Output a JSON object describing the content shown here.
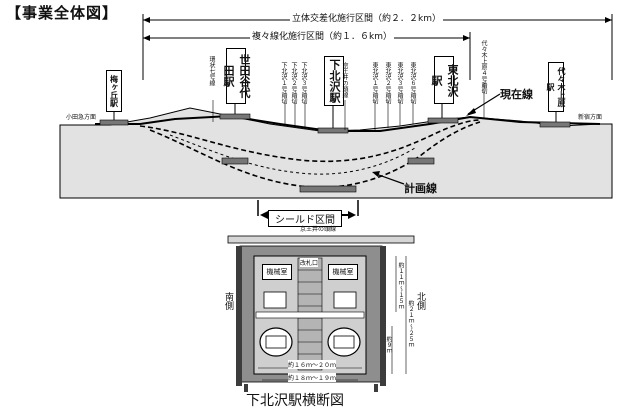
{
  "title": "【事業全体図】",
  "spans": {
    "grade_separation": "立体交差化施行区間（約２．２km）",
    "double_track": "複々線化施行区間（約１．６km）"
  },
  "directions": {
    "left": "小田急方面",
    "right": "新宿方面"
  },
  "stations": {
    "umegaoka": "梅ヶ丘駅",
    "setagaya_daita": "世田谷代田駅",
    "shimokitazawa": "下北沢駅",
    "higashi_kitazawa": "東北沢駅",
    "yoyogi_uehara": "代々木上原駅"
  },
  "crossing_labels": [
    "環状七号線",
    "下北沢１号踏切",
    "下北沢２号踏切",
    "下北沢３号踏切",
    "京王井の頭線",
    "東北沢１号踏切",
    "東北沢２号踏切",
    "東北沢３号踏切",
    "東北沢６号踏切",
    "代々木上原４号踏切"
  ],
  "labels": {
    "current_line": "現在線",
    "planned_line": "計画線",
    "shield_section": "シールド区間"
  },
  "cross_section": {
    "top_label": "京王井の頭線",
    "left_side": "南側",
    "right_side": "北側",
    "rooms": [
      "機械室",
      "機械室"
    ],
    "dims": {
      "depth1": "約１１ｍ～１５ｍ",
      "depth2": "約２１ｍ～２５ｍ",
      "depth3": "約９ｍ",
      "width1": "約１６ｍ～２０ｍ",
      "width2": "約１８ｍ～１９ｍ",
      "concourse": "改札口"
    },
    "caption": "下北沢駅横断図"
  }
}
